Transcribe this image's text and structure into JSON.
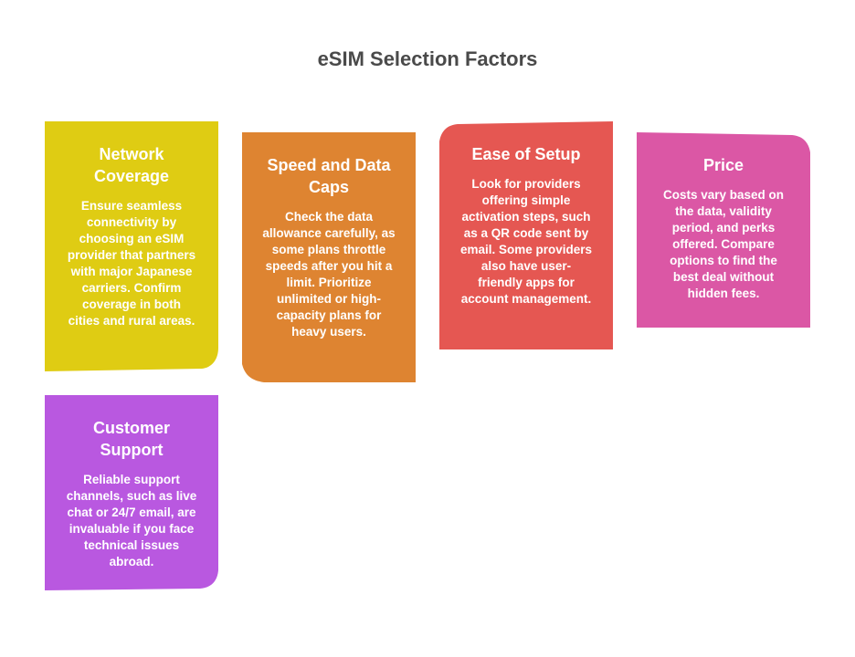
{
  "diagram": {
    "title": "eSIM Selection Factors",
    "cards": [
      {
        "title": "Network Coverage",
        "text": "Ensure seamless connectivity by choosing an eSIM provider that partners with major Japanese carriers. Confirm coverage in both cities and rural areas.",
        "color": "#DFCC13"
      },
      {
        "title": "Speed and Data Caps",
        "text": "Check the data allowance carefully, as some plans throttle speeds after you hit a limit. Prioritize unlimited or high-capacity plans for heavy users.",
        "color": "#DE8431"
      },
      {
        "title": "Ease of Setup",
        "text": "Look for providers offering simple activation steps, such as a QR code sent by email. Some providers also have user-friendly apps for account management.",
        "color": "#E55752"
      },
      {
        "title": "Price",
        "text": "Costs vary based on the data, validity period, and perks offered. Compare options to find the best deal without hidden fees.",
        "color": "#DB57A5"
      },
      {
        "title": "Customer Support",
        "text": "Reliable support channels, such as live chat or 24/7 email, are invaluable if you face technical issues abroad.",
        "color": "#B958E0"
      }
    ]
  }
}
